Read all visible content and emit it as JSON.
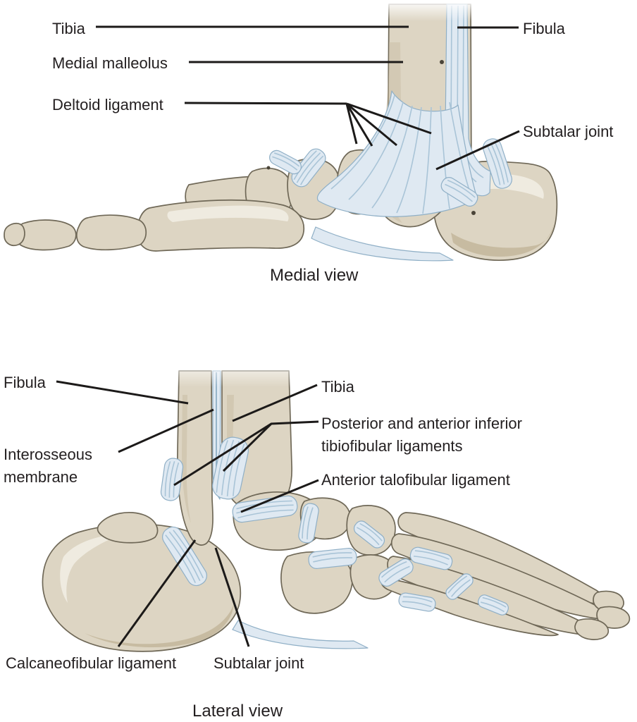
{
  "figure": {
    "background_color": "#ffffff",
    "text_color": "#231f20",
    "leader_line_color": "#1c1a19",
    "bone_color": "#ddd5c3",
    "bone_outline_color": "#6f6857",
    "ligament_color": "#dfe9f2",
    "ligament_stroke_color": "#8fafc6",
    "panels": {
      "medial": {
        "caption": "Medial view",
        "labels": {
          "tibia": "Tibia",
          "medial_malleolus": "Medial malleolus",
          "deltoid_ligament": "Deltoid ligament",
          "fibula": "Fibula",
          "subtalar_joint": "Subtalar joint"
        }
      },
      "lateral": {
        "caption": "Lateral view",
        "labels": {
          "fibula": "Fibula",
          "interosseous_membrane": "Interosseous membrane",
          "tibia": "Tibia",
          "post_ant_tibiofibular": "Posterior and anterior inferior tibiofibular ligaments",
          "anterior_talofibular": "Anterior talofibular ligament",
          "calcaneofibular": "Calcaneofibular ligament",
          "subtalar_joint": "Subtalar joint"
        }
      }
    }
  }
}
